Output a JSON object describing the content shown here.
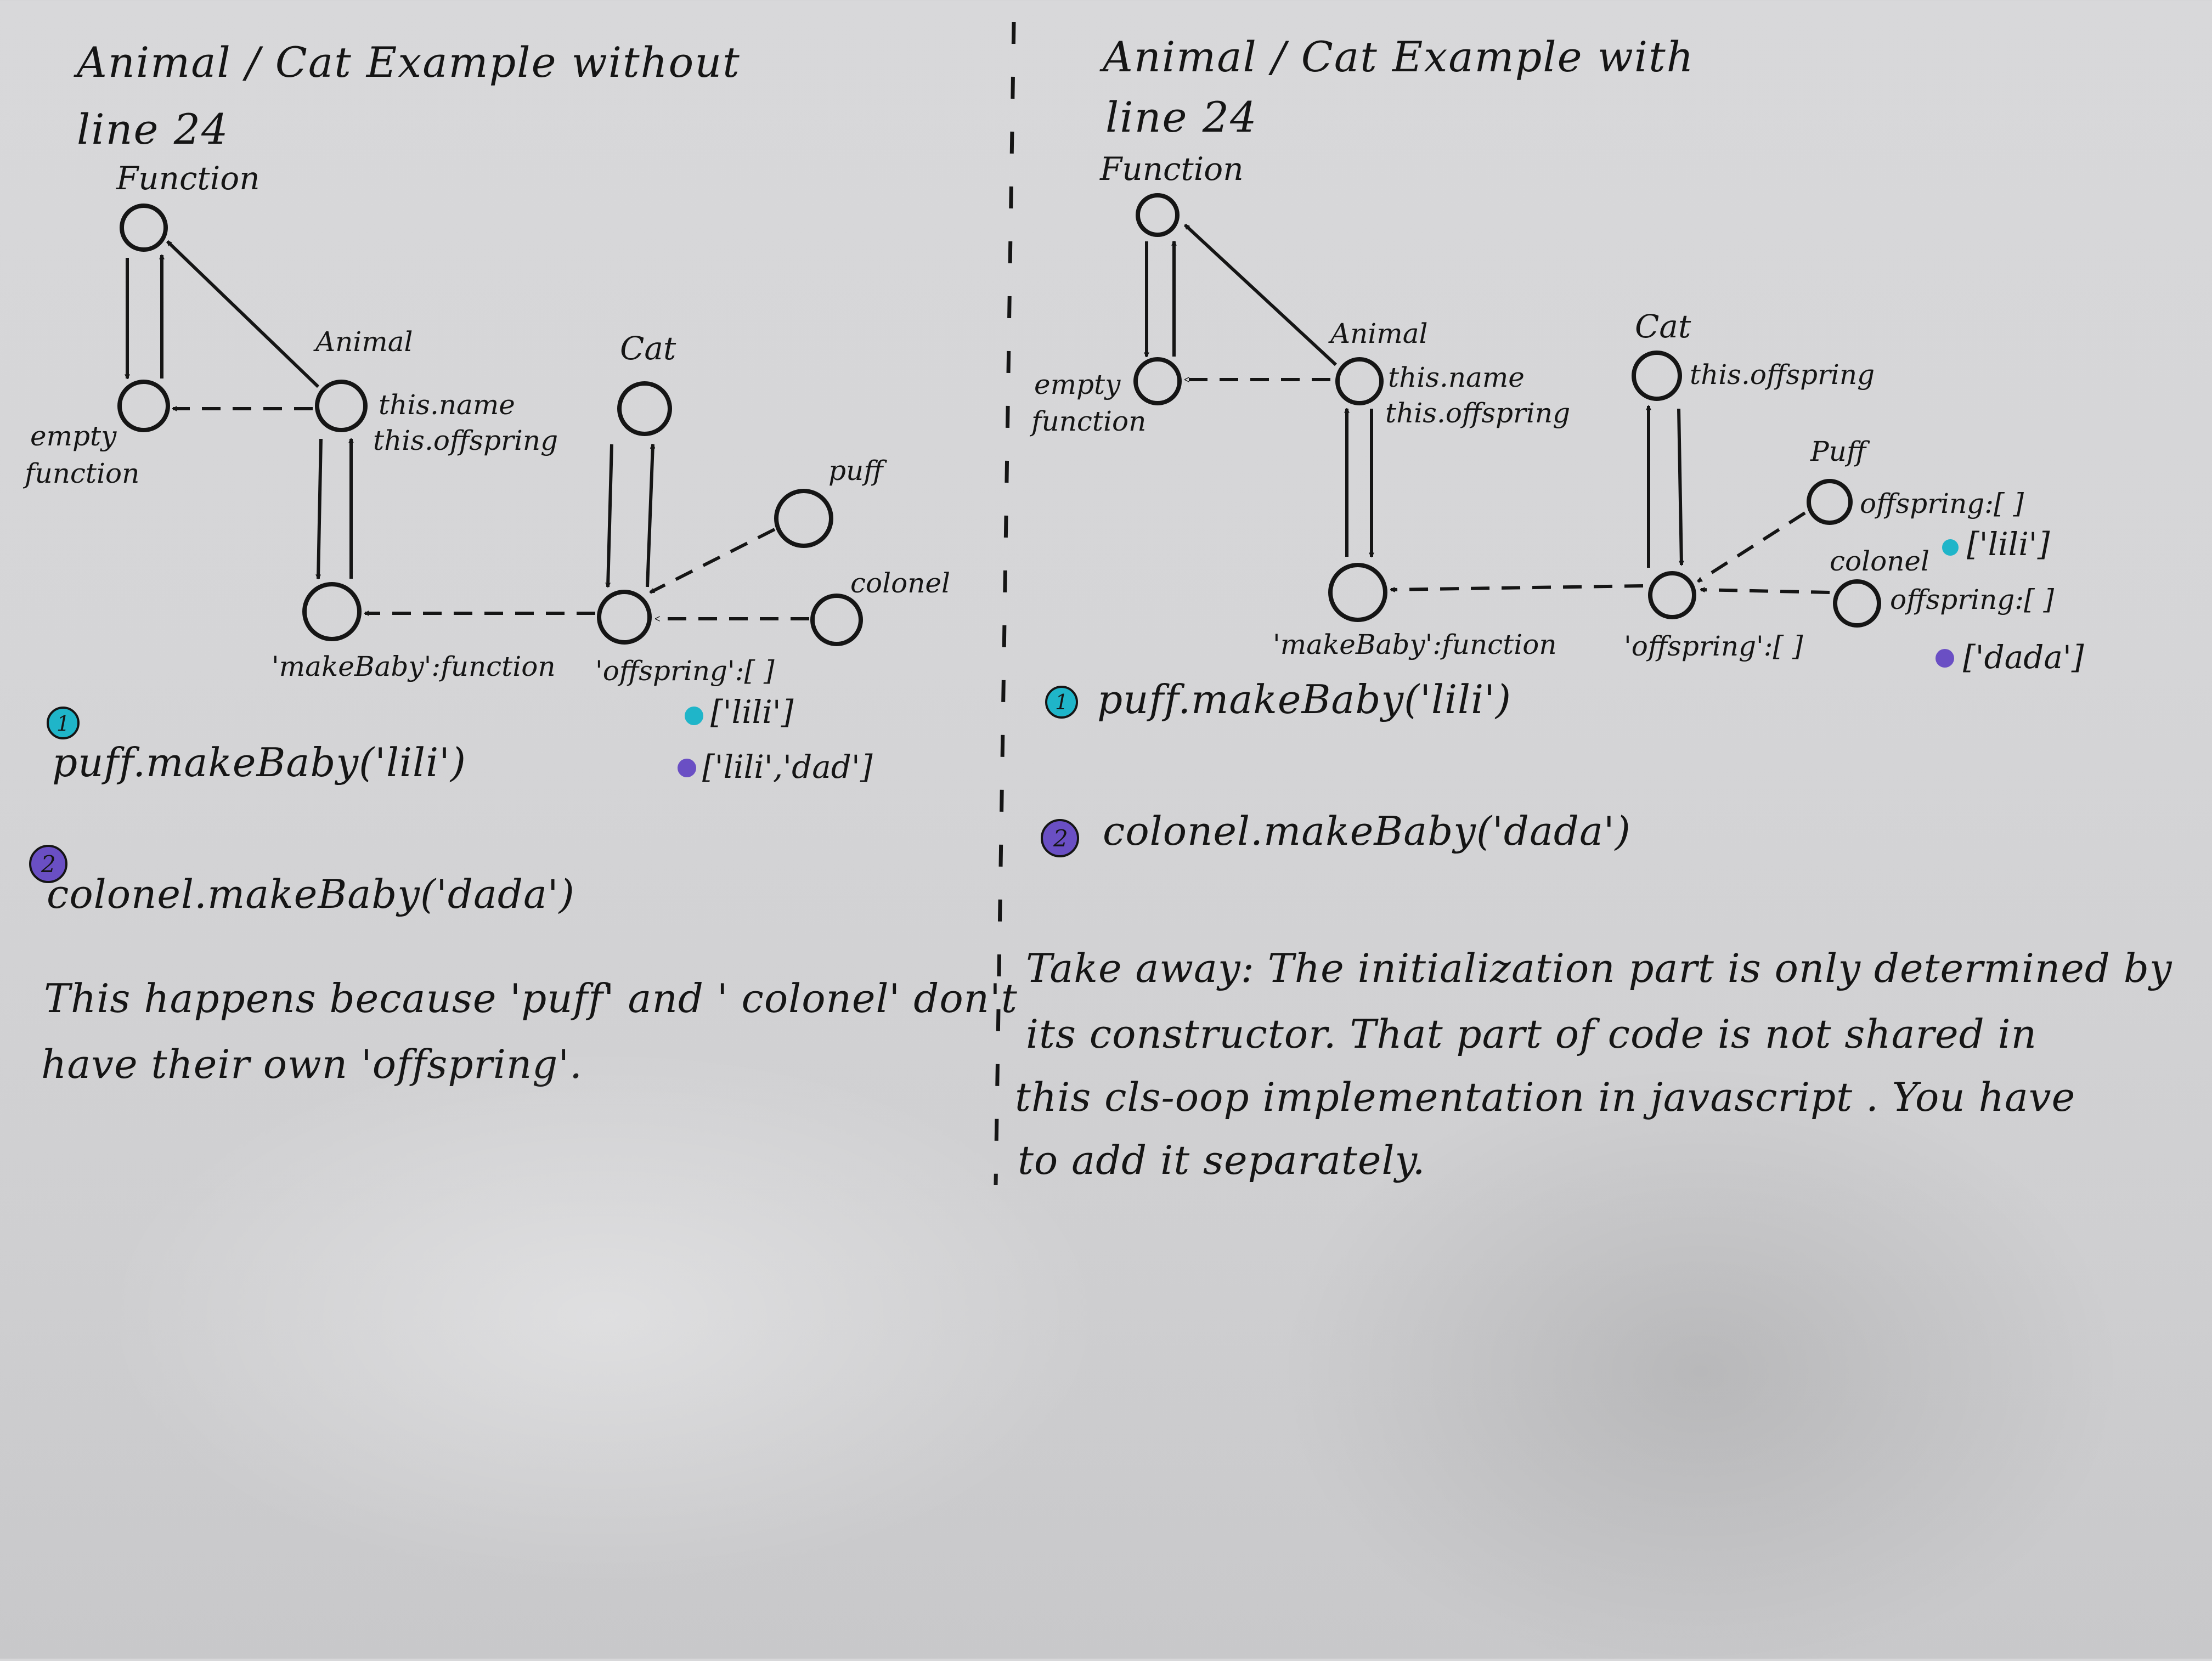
{
  "left": {
    "title_line1": "Animal / Cat  Example  without",
    "title_line2": "line  24",
    "nodes": {
      "function": "Function",
      "empty_function_1": "empty",
      "empty_function_2": "function",
      "animal": "Animal",
      "animal_prop_1": "this.name",
      "animal_prop_2": "this.offspring",
      "cat": "Cat",
      "puff": "puff",
      "colonel": "colonel",
      "make_baby": "'makeBaby':function",
      "offspring": "'offspring':[ ]"
    },
    "annotations": {
      "step1_result": "['lili']",
      "step2_result": "['lili','dad']"
    },
    "steps": {
      "step1_number": "1",
      "step1_code": "puff.makeBaby('lili')",
      "step2_number": "2",
      "step2_code": "colonel.makeBaby('dada')"
    },
    "explanation_line1": "This happens because 'puff' and ' colonel' don't",
    "explanation_line2": "have their own 'offspring'."
  },
  "right": {
    "title_line1": "Animal / Cat  Example  with",
    "title_line2": "line  24",
    "nodes": {
      "function": "Function",
      "empty_function_1": "empty",
      "empty_function_2": "function",
      "animal": "Animal",
      "animal_prop_1": "this.name",
      "animal_prop_2": "this.offspring",
      "cat": "Cat",
      "cat_prop": "this.offspring",
      "puff": "Puff",
      "puff_prop": "offspring:[ ]",
      "colonel": "colonel",
      "colonel_prop": "offspring:[ ]",
      "make_baby": "'makeBaby':function",
      "offspring": "'offspring':[ ]"
    },
    "annotations": {
      "puff_result": "['lili']",
      "colonel_result": "['dada']"
    },
    "steps": {
      "step1_number": "1",
      "step1_code": "puff.makeBaby('lili')",
      "step2_number": "2",
      "step2_code": "colonel.makeBaby('dada')"
    },
    "takeaway_line1": "Take away:  The  initialization  part  is  only  determined  by",
    "takeaway_line2": "its constructor. That  part  of  code  is  not  shared  in",
    "takeaway_line3": "this cls-oop implementation in javascript . You have",
    "takeaway_line4": "to add it separately."
  },
  "colors": {
    "ink": "#151515",
    "step1_dot": "#1fb5c9",
    "step2_dot": "#6a4fc4",
    "paper": "#d6d6d8"
  }
}
